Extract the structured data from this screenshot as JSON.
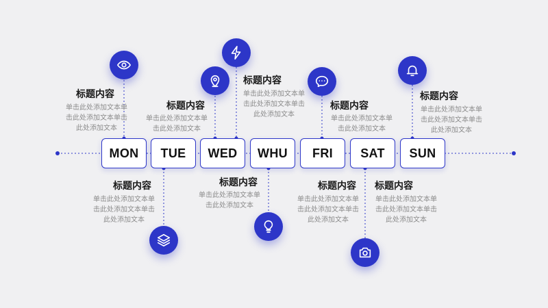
{
  "colors": {
    "accent": "#2d36c8",
    "background": "#f0f0f2",
    "title": "#1a1a1a",
    "desc": "#8c8c8c"
  },
  "days": [
    "MON",
    "TUE",
    "WED",
    "WHU",
    "FRI",
    "SAT",
    "SUN"
  ],
  "items": [
    {
      "day": "MON",
      "icon": "eye-icon",
      "title": "标题内容",
      "desc": "单击此处添加文本单击此处添加文本单击此处添加文本"
    },
    {
      "day": "TUE",
      "icon": "layers-icon",
      "title": "标题内容",
      "desc": "单击此处添加文本单击此处添加文本单击此处添加文本"
    },
    {
      "day": "WED",
      "icon": "location-pin-icon",
      "title": "标题内容",
      "desc": "单击此处添加文本单击此处添加文本"
    },
    {
      "day": "WED",
      "icon": "lightning-icon",
      "title": "标题内容",
      "desc": "单击此处添加文本单击此处添加文本单击此处添加文本"
    },
    {
      "day": "WHU",
      "icon": "lightbulb-icon",
      "title": "标题内容",
      "desc": "单击此处添加文本单击此处添加文本"
    },
    {
      "day": "FRI",
      "icon": "chat-icon",
      "title": "标题内容",
      "desc": "单击此处添加文本单击此处添加文本"
    },
    {
      "day": "FRI",
      "icon": "title-only",
      "title": "标题内容",
      "desc": "单击此处添加文本单击此处添加文本单击此处添加文本"
    },
    {
      "day": "SAT",
      "icon": "camera-icon",
      "title": "标题内容",
      "desc": "单击此处添加文本单击此处添加文本单击此处添加文本"
    },
    {
      "day": "SUN",
      "icon": "bell-icon",
      "title": "标题内容",
      "desc": "单击此处添加文本单击此处添加文本单击此处添加文本"
    }
  ]
}
